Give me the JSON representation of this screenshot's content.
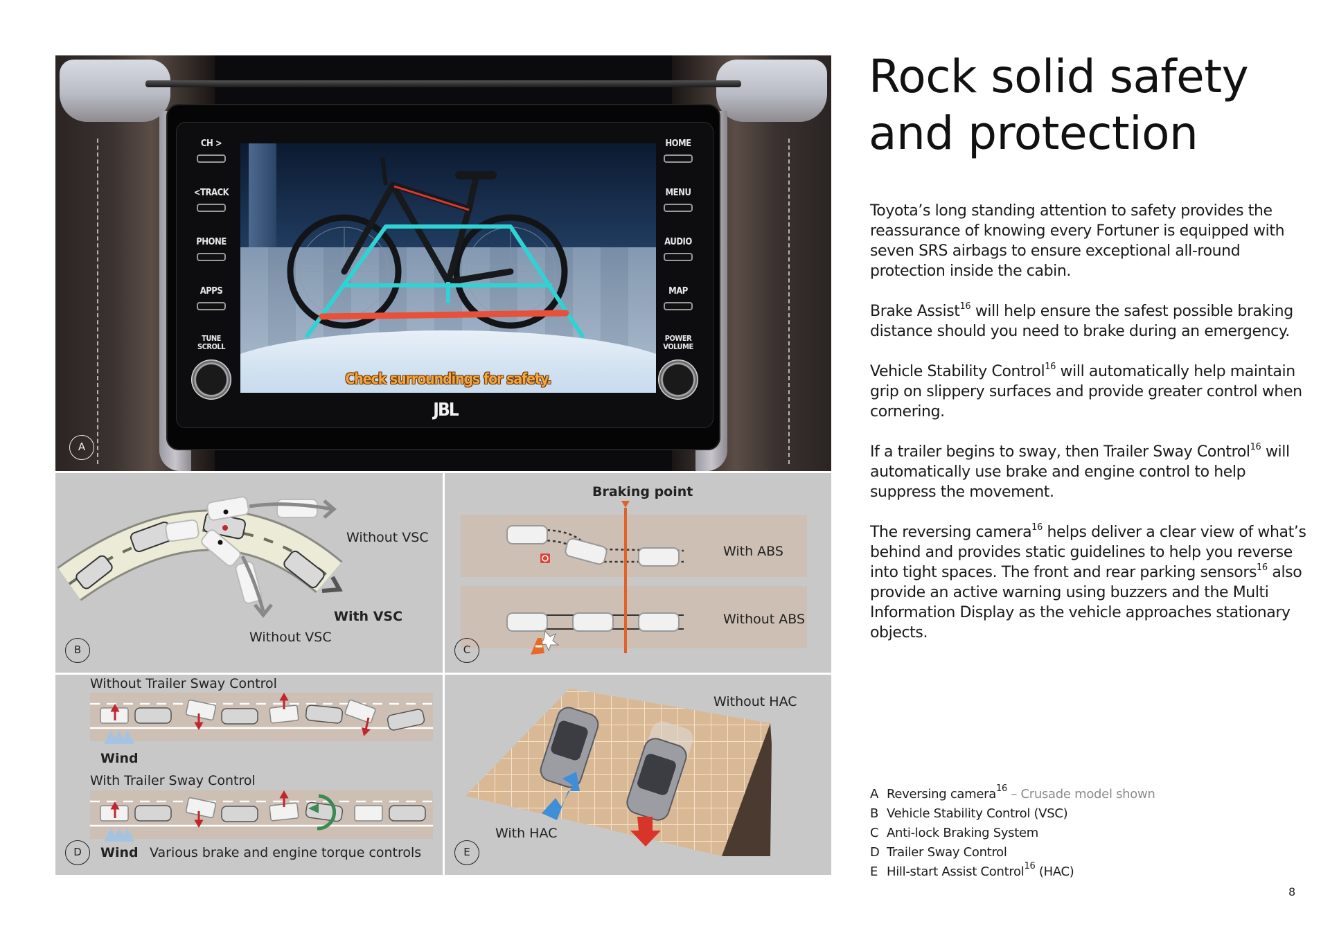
{
  "page": {
    "title": "Rock solid safety and protection",
    "title_lines": [
      "Rock solid safety",
      "and protection"
    ],
    "page_number": "8"
  },
  "body": {
    "paragraphs": [
      {
        "parts": [
          {
            "text": "Toyota’s long standing attention to safety provides the reassurance of knowing every Fortuner is equipped with seven SRS airbags to ensure exceptional all-round protection inside the cabin."
          }
        ]
      },
      {
        "parts": [
          {
            "text": "Brake Assist"
          },
          {
            "sup": "16"
          },
          {
            "text": " will help ensure the safest possible braking distance should you need to brake during an emergency."
          }
        ]
      },
      {
        "parts": [
          {
            "text": "Vehicle Stability Control"
          },
          {
            "sup": "16"
          },
          {
            "text": " will automatically help maintain grip on slippery surfaces and provide greater control when cornering."
          }
        ]
      },
      {
        "parts": [
          {
            "text": "If a trailer begins to sway, then Trailer Sway Control"
          },
          {
            "sup": "16"
          },
          {
            "text": " will automatically use brake and engine control to help suppress the movement."
          }
        ]
      },
      {
        "parts": [
          {
            "text": "The reversing camera"
          },
          {
            "sup": "16"
          },
          {
            "text": " helps deliver a clear view of what’s behind and provides static guidelines to help you reverse into tight spaces. The front and rear parking sensors"
          },
          {
            "sup": "16"
          },
          {
            "text": " also provide an active warning using buzzers and the Multi Information Display as the vehicle approaches stationary objects."
          }
        ]
      }
    ]
  },
  "captions": [
    {
      "key": "A",
      "label": "Reversing camera",
      "sup": "16",
      "note": " – Crusade model shown",
      "after": ""
    },
    {
      "key": "B",
      "label": "Vehicle Stability Control (VSC)",
      "sup": "",
      "note": "",
      "after": ""
    },
    {
      "key": "C",
      "label": "Anti-lock Braking System",
      "sup": "",
      "note": "",
      "after": ""
    },
    {
      "key": "D",
      "label": "Trailer Sway Control",
      "sup": "",
      "note": "",
      "after": ""
    },
    {
      "key": "E",
      "label": "Hill-start Assist Control",
      "sup": "16",
      "note": "",
      "after": " (HAC)"
    }
  ],
  "panels": {
    "a": {
      "letter": "A",
      "head_unit": {
        "left_buttons": [
          "CH >",
          "<TRACK",
          "PHONE",
          "APPS"
        ],
        "left_knob_label": [
          "TUNE",
          "SCROLL"
        ],
        "right_buttons": [
          "HOME",
          "MENU",
          "AUDIO",
          "MAP"
        ],
        "right_knob_label": [
          "POWER",
          "VOLUME"
        ],
        "screen_caption": "Check surroundings for safety.",
        "brand_logo": "JBL"
      },
      "colors": {
        "guide_line": "#2fd3d3",
        "stop_line": "#e8503a",
        "caption": "#f3a640"
      }
    },
    "b": {
      "letter": "B",
      "labels": {
        "without_vsc_top": "Without VSC",
        "with_vsc": "With VSC",
        "without_vsc_bottom": "Without VSC"
      }
    },
    "c": {
      "letter": "C",
      "labels": {
        "braking_point": "Braking point",
        "with_abs": "With ABS",
        "without_abs": "Without ABS"
      },
      "colors": {
        "braking_line": "#e0622a",
        "lane": "#cdbfb3"
      }
    },
    "d": {
      "letter": "D",
      "labels": {
        "without_tsc": "Without Trailer Sway Control",
        "with_tsc": "With Trailer Sway Control",
        "wind_top": "Wind",
        "wind_bottom": "Wind",
        "controls_note": "Various brake and engine torque controls"
      }
    },
    "e": {
      "letter": "E",
      "labels": {
        "without_hac": "Without HAC",
        "with_hac": "With HAC"
      },
      "colors": {
        "up_arrow": "#3f8fd8",
        "down_arrow": "#d8342a",
        "slope": "#d9b896"
      }
    }
  }
}
